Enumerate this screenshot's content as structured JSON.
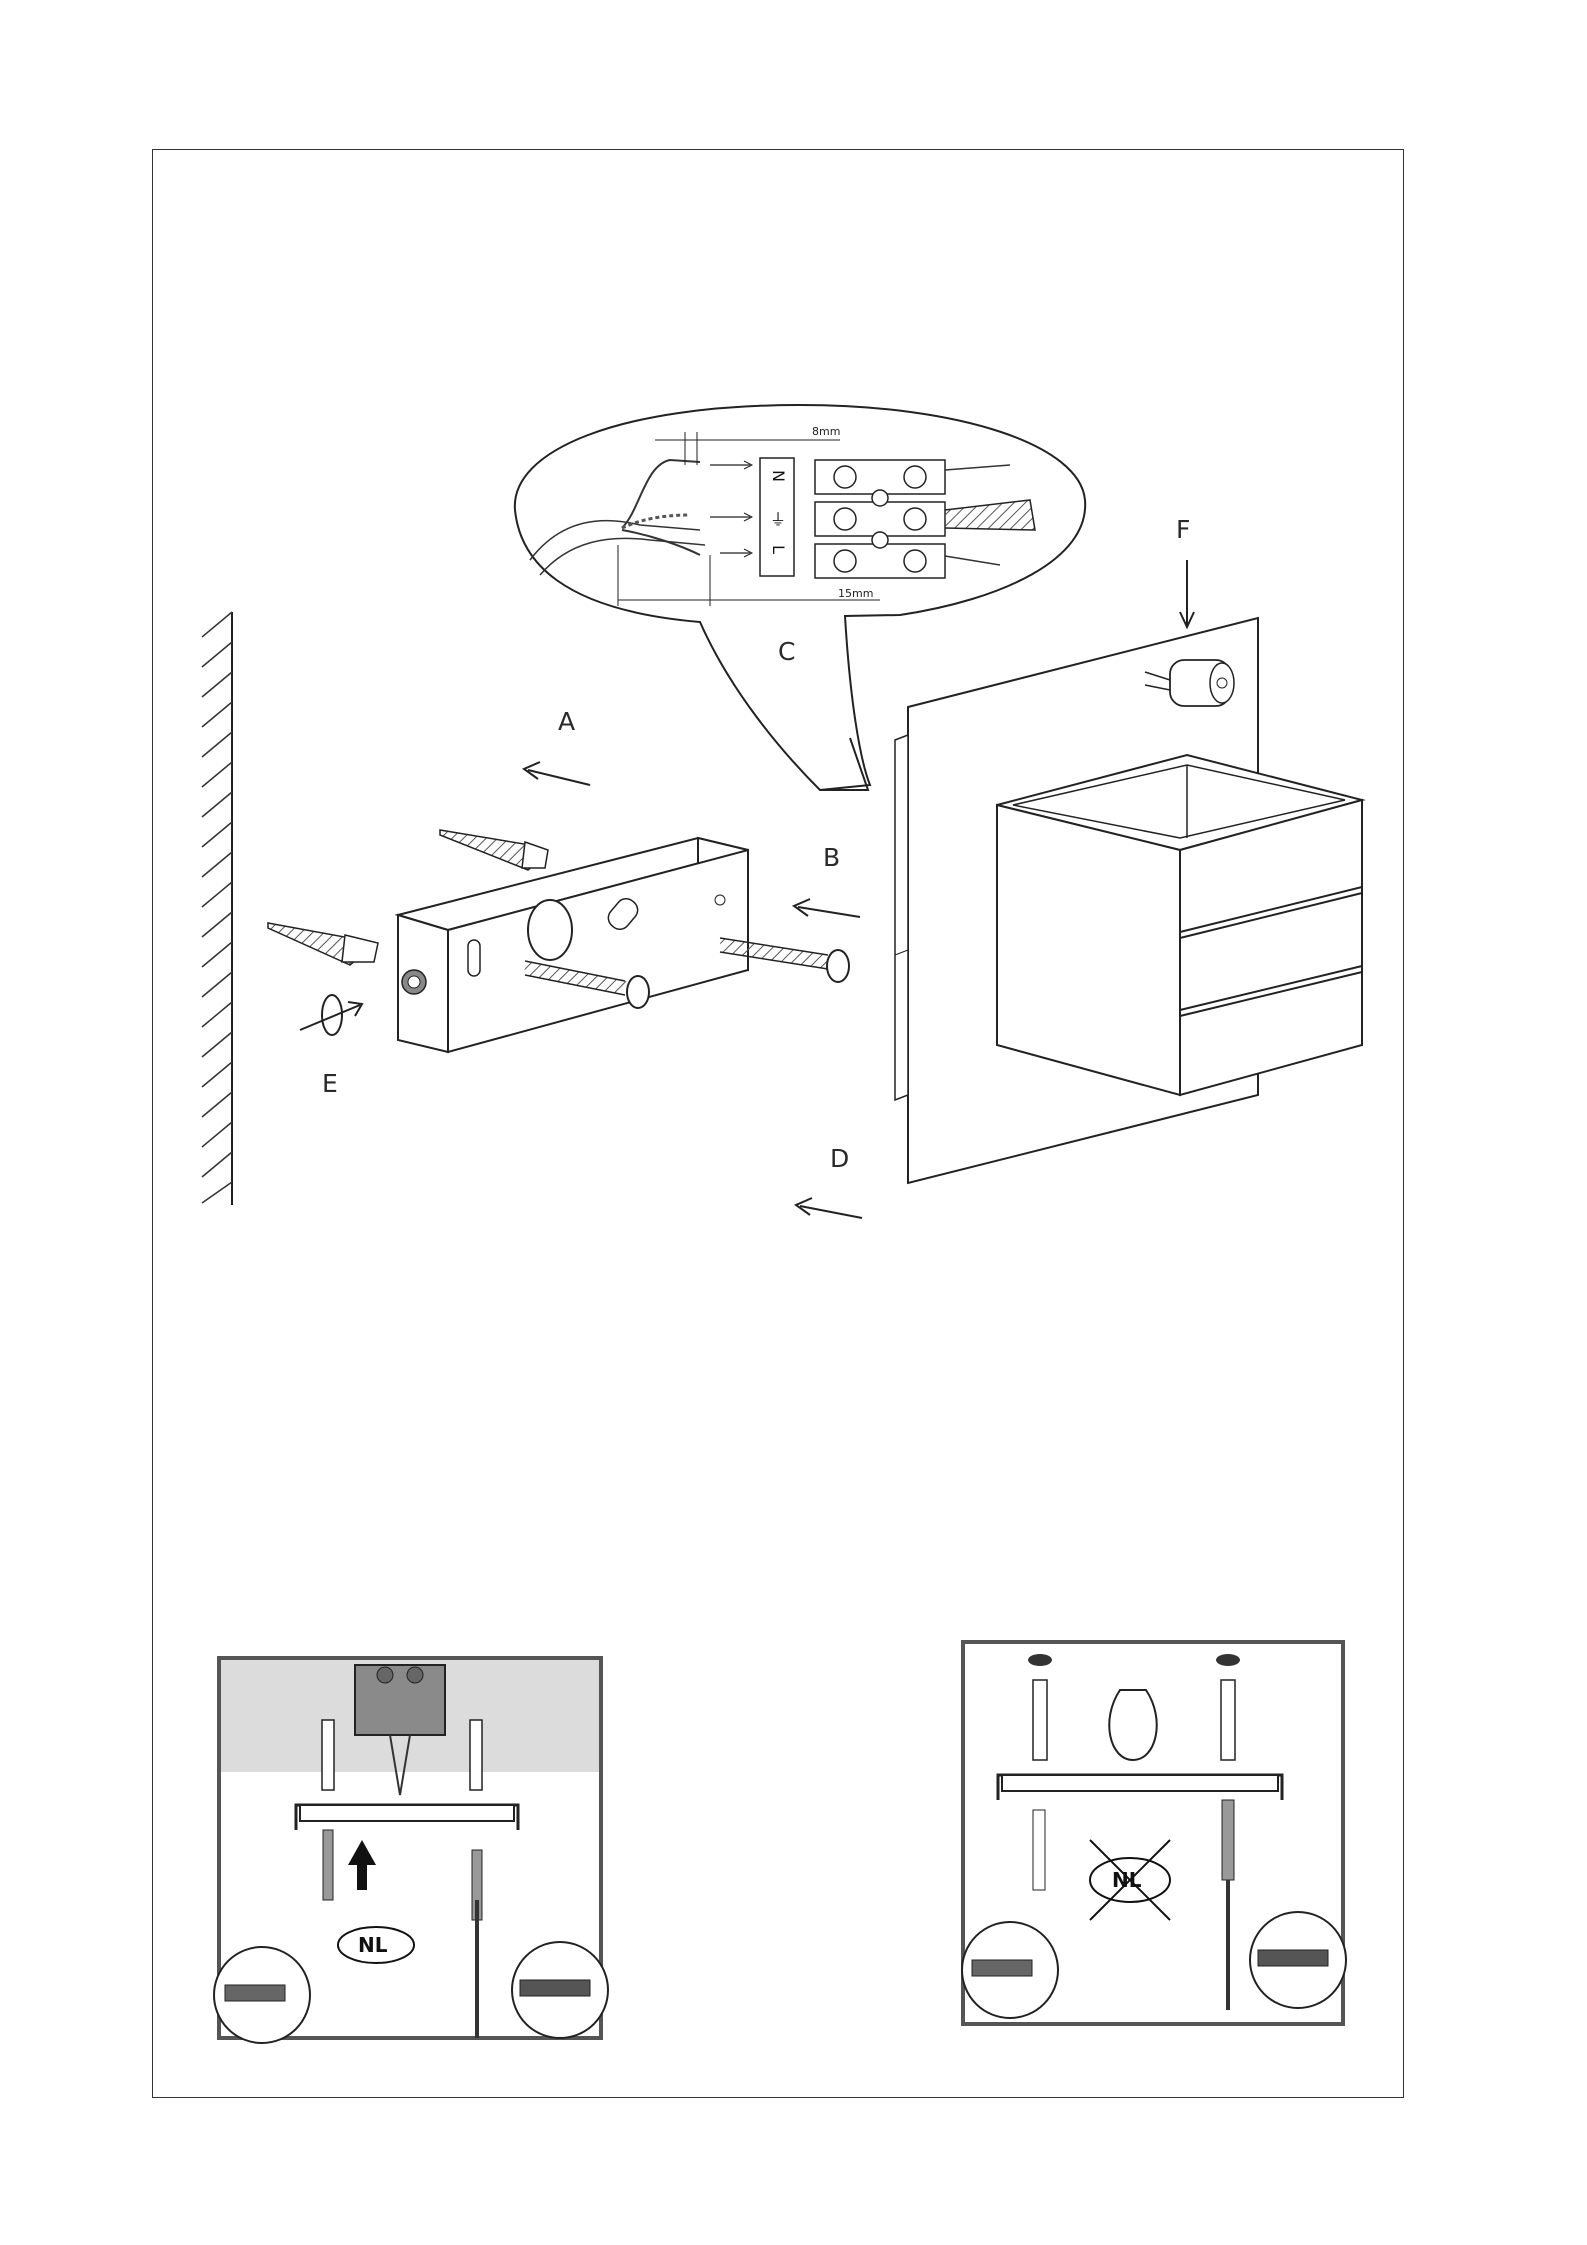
{
  "labels": {
    "a": "A",
    "b": "B",
    "c": "C",
    "d": "D",
    "e": "E",
    "f": "F"
  },
  "dimensions": {
    "strip_short": "8mm",
    "strip_long": "15mm"
  },
  "terminal": {
    "n": "N",
    "earth": "⏚",
    "l": "L"
  },
  "panels": {
    "left_badge": "NL",
    "right_badge": "NL"
  },
  "colors": {
    "line": "#222222",
    "frame": "#333333",
    "panel_gray": "#d9d9d9"
  }
}
